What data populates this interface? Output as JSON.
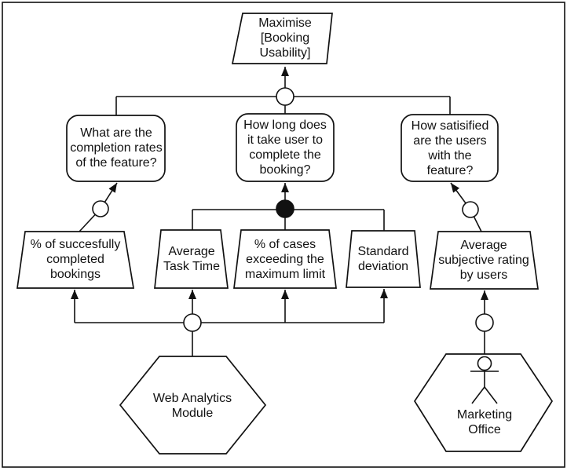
{
  "colors": {
    "stroke": "#111111",
    "background": "#ffffff"
  },
  "diagram": {
    "goal": {
      "lines": [
        "Maximise",
        "[Booking",
        "Usability]"
      ]
    },
    "questions": [
      {
        "lines": [
          "What are the",
          "completion rates",
          "of the feature?"
        ]
      },
      {
        "lines": [
          "How long does",
          "it take user to",
          "complete the",
          "booking?"
        ]
      },
      {
        "lines": [
          "How satisified",
          "are the users",
          "with the",
          "feature?"
        ]
      }
    ],
    "metrics": [
      {
        "lines": [
          "% of succesfully",
          "completed",
          "bookings"
        ]
      },
      {
        "lines": [
          "Average",
          "Task Time"
        ]
      },
      {
        "lines": [
          "% of cases",
          "exceeding the",
          "maximum limit"
        ]
      },
      {
        "lines": [
          "Standard",
          "deviation"
        ]
      },
      {
        "lines": [
          "Average",
          "subjective rating",
          "by users"
        ]
      }
    ],
    "sources": [
      {
        "lines": [
          "Web Analytics",
          "Module"
        ]
      },
      {
        "lines": [
          "Marketing",
          "Office"
        ]
      }
    ],
    "icons": [
      {
        "name": "actor-icon",
        "meaning": "human data source (stick figure)"
      },
      {
        "name": "junction-open-icon",
        "meaning": "open circle connector"
      },
      {
        "name": "junction-filled-icon",
        "meaning": "filled circle connector"
      }
    ]
  }
}
